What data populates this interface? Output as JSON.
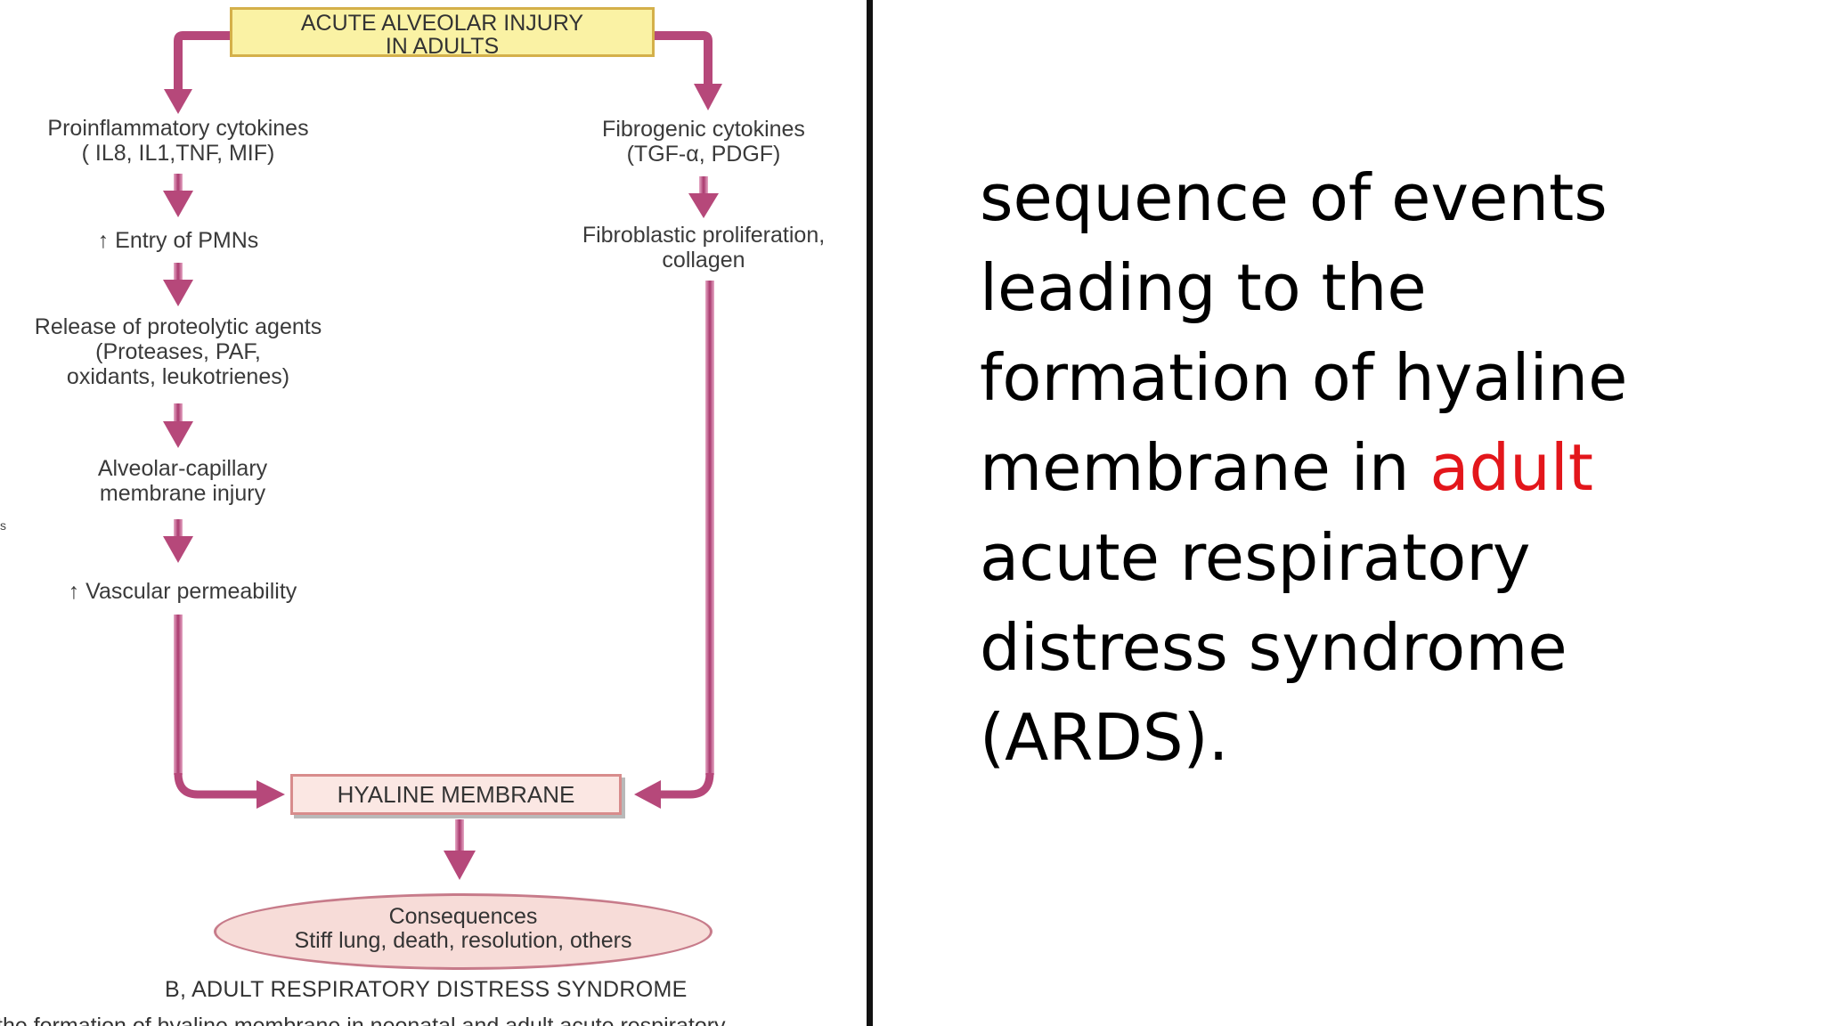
{
  "diagram": {
    "top_box": {
      "line1": "ACUTE ALVEOLAR INJURY",
      "line2": "IN ADULTS"
    },
    "left_chain": [
      {
        "line1": "Proinflammatory cytokines",
        "line2": "( IL8, IL1,TNF, MIF)"
      },
      {
        "line1": "↑ Entry of PMNs"
      },
      {
        "line1": "Release of proteolytic agents",
        "line2": "(Proteases, PAF,",
        "line3": "oxidants, leukotrienes)"
      },
      {
        "line1": "Alveolar-capillary",
        "line2": "membrane injury"
      },
      {
        "line1": "↑ Vascular permeability"
      }
    ],
    "right_chain": [
      {
        "line1": "Fibrogenic cytokines",
        "line2": "(TGF-α, PDGF)"
      },
      {
        "line1": "Fibroblastic proliferation,",
        "line2": "collagen"
      }
    ],
    "hyaline_box": "HYALINE MEMBRANE",
    "consequences": {
      "line1": "Consequences",
      "line2": "Stiff lung, death, resolution, others"
    },
    "caption": "B, ADULT RESPIRATORY DISTRESS SYNDROME",
    "cut_off_text": "the formation of hyaline membrane in neonatal and adult acute respiratory",
    "stray_mark": "s",
    "colors": {
      "arrow": "#b6487a",
      "top_box_fill": "#faf2a4",
      "hyaline_fill": "#fbe7e3",
      "ellipse_fill": "#f7dcd8"
    }
  },
  "description": {
    "line1": "sequence of events",
    "line2": "leading to the",
    "line3": "formation of hyaline",
    "line4_before": "membrane in ",
    "line4_highlight": "adult",
    "line5": "acute respiratory",
    "line6": "distress syndrome",
    "line7": "(ARDS).",
    "highlight_color": "#e3161b"
  }
}
